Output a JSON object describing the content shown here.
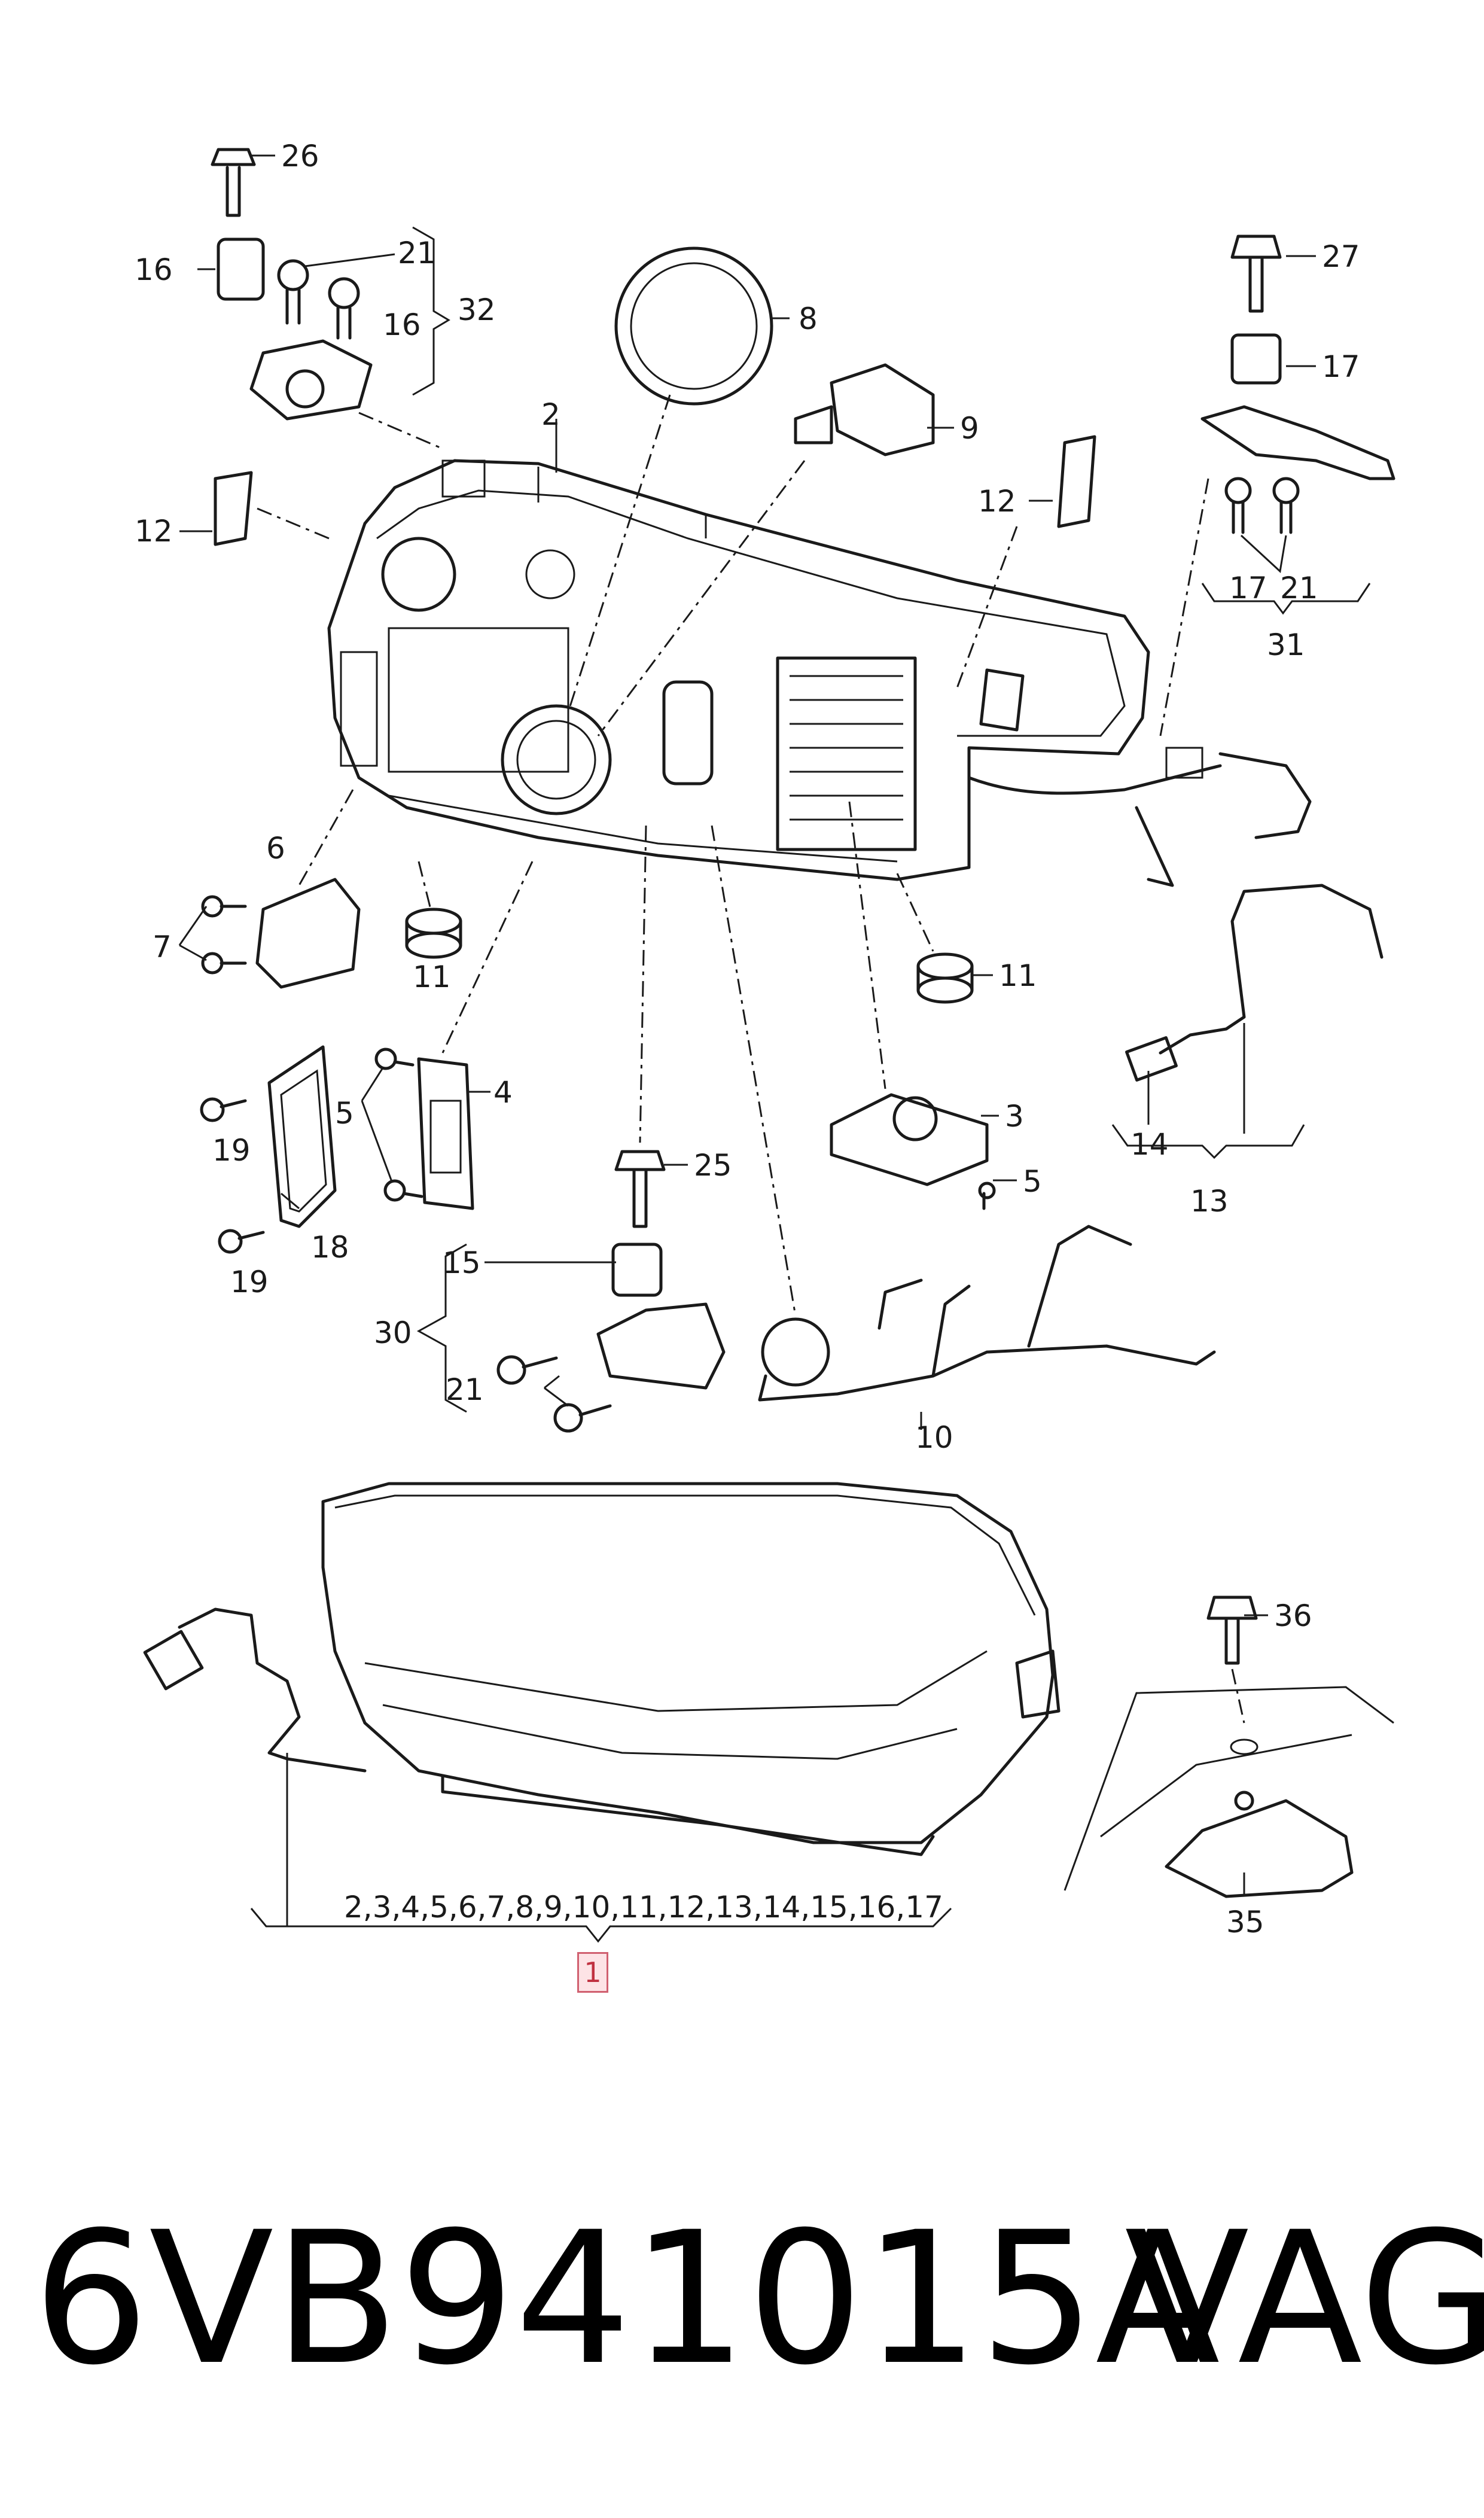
{
  "diagram": {
    "part_number": "6VB941015A",
    "brand": "VAG",
    "assembly_items_label": "2,3,4,5,6,7,8,9,10,11,12,13,14,15,16,17",
    "main_assembly_callout": "1",
    "callouts": {
      "c26": "26",
      "c21a": "21",
      "c16a": "16",
      "c16b": "16",
      "c32": "32",
      "c8": "8",
      "c2": "2",
      "c9": "9",
      "c27": "27",
      "c17a": "17",
      "c12a": "12",
      "c12b": "12",
      "c17b": "17",
      "c21b": "21",
      "c31": "31",
      "c6": "6",
      "c7": "7",
      "c11a": "11",
      "c11b": "11",
      "c4": "4",
      "c5a": "5",
      "c19a": "19",
      "c19b": "19",
      "c18": "18",
      "c25": "25",
      "c3": "3",
      "c5b": "5",
      "c14": "14",
      "c13": "13",
      "c15": "15",
      "c30": "30",
      "c21c": "21",
      "c10": "10",
      "c36": "36",
      "c35": "35"
    }
  }
}
